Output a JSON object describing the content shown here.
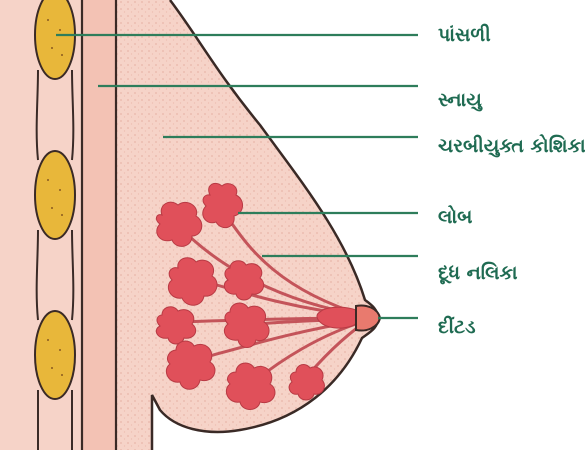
{
  "labels": {
    "rib": "પાંસળી",
    "muscle": "સ્નાયુ",
    "fatty_cells": "ચરબીયુક્ત કોશિકા",
    "lobe": "લોબ",
    "milk_duct": "દૂધ નલિકા",
    "nipple": "દીંટડ"
  },
  "colors": {
    "label_text": "#1f6b52",
    "leader_line": "#2e7d5b",
    "skin_tissue": "#f6d3c8",
    "muscle_band": "#f3c2b4",
    "outline": "#3a2a26",
    "rib": "#e8b73a",
    "lobe": "#e0505a",
    "duct": "#c4545a"
  }
}
